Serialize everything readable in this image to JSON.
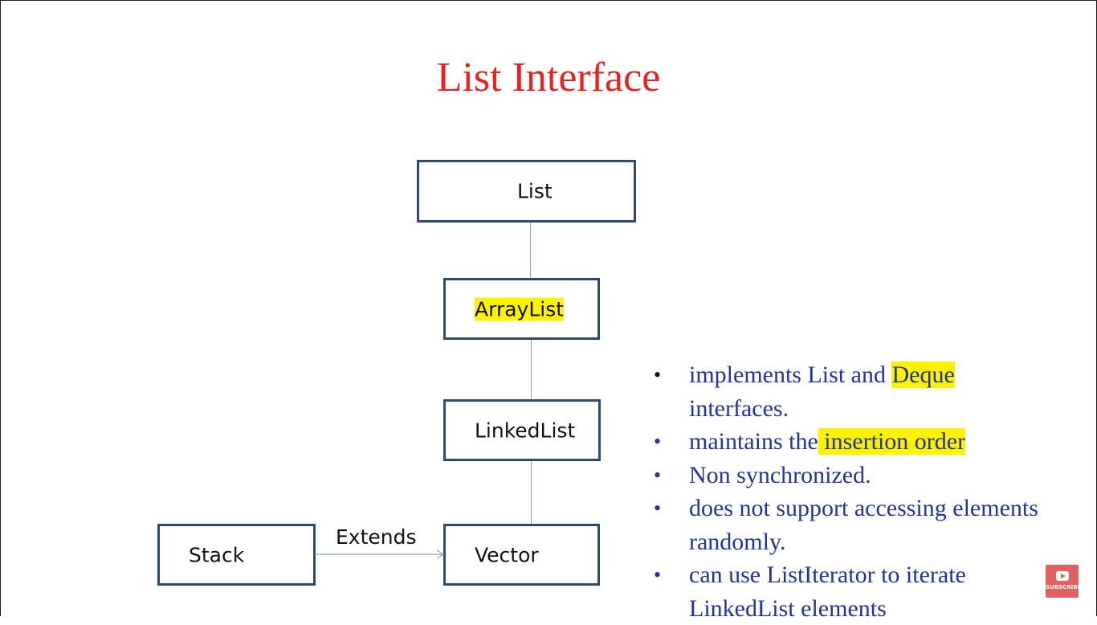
{
  "slide": {
    "title": "List Interface"
  },
  "diagram": {
    "nodes": {
      "list": "List",
      "arraylist": "ArrayList",
      "linkedlist": "LinkedList",
      "vector": "Vector",
      "stack": "Stack"
    },
    "edge_label": "Extends"
  },
  "bullets": [
    {
      "pre": " implements List and ",
      "hl": "Deque",
      "post": "",
      "line2": "interfaces."
    },
    {
      "pre": "maintains the",
      "hl": " insertion order",
      "post": "",
      "line2": ""
    },
    {
      "pre": "Non synchronized.",
      "hl": "",
      "post": "",
      "line2": ""
    },
    {
      "pre": "does not support accessing elements",
      "hl": "",
      "post": "",
      "line2": "randomly."
    },
    {
      "pre": "can use ListIterator to iterate",
      "hl": "",
      "post": "",
      "line2": "LinkedList elements"
    }
  ],
  "subscribe_button": {
    "label": "SUBSCRIBE",
    "icon": "youtube-play-icon",
    "color": "#e26060"
  },
  "colors": {
    "title": "#e8231f",
    "bullet_text": "#2233a0",
    "box_border": "#2c4a74",
    "highlight": "#fff200"
  }
}
